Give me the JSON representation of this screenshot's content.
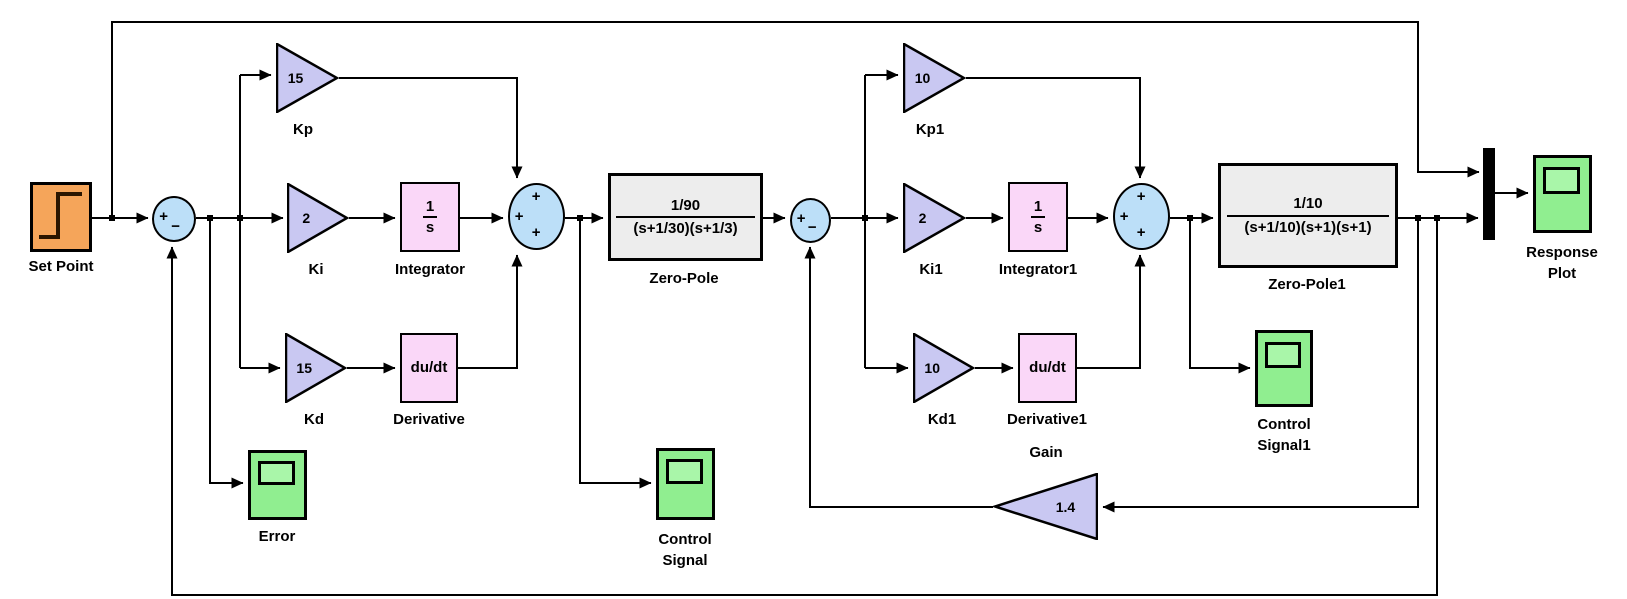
{
  "diagram": {
    "colors": {
      "wire": "#000000",
      "border": "#000000",
      "source_fill": "#F5A55A",
      "source_icon": "#2B1600",
      "sum_fill": "#BCDFF8",
      "gain_fill": "#C9C8F2",
      "tf_fill": "#FAD7F8",
      "zp_fill": "#EDEDED",
      "scope_fill": "#90EE90",
      "scope_screen": "#A9F6A9",
      "mux_fill": "#000000",
      "label_color": "#000000"
    },
    "blocks": {
      "set_point": {
        "label_lines": [
          "Set Point"
        ]
      },
      "sum1": {
        "signs": [
          "+",
          "−"
        ]
      },
      "kp": {
        "value": "15",
        "label_lines": [
          "Kp"
        ]
      },
      "ki": {
        "value": "2",
        "label_lines": [
          "Ki"
        ]
      },
      "kd": {
        "value": "15",
        "label_lines": [
          "Kd"
        ]
      },
      "integrator": {
        "numerator": "1",
        "denominator": "s",
        "label_lines": [
          "Integrator"
        ]
      },
      "derivative": {
        "text": "du/dt",
        "label_lines": [
          "Derivative"
        ]
      },
      "sum2": {
        "signs": [
          "+",
          "+",
          "+"
        ]
      },
      "zero_pole": {
        "numerator": "1/90",
        "denominator": "(s+1/30)(s+1/3)",
        "label_lines": [
          "Zero-Pole"
        ]
      },
      "sum3": {
        "signs": [
          "+",
          "−"
        ]
      },
      "kp1": {
        "value": "10",
        "label_lines": [
          "Kp1"
        ]
      },
      "ki1": {
        "value": "2",
        "label_lines": [
          "Ki1"
        ]
      },
      "kd1": {
        "value": "10",
        "label_lines": [
          "Kd1"
        ]
      },
      "integrator1": {
        "numerator": "1",
        "denominator": "s",
        "label_lines": [
          "Integrator1"
        ]
      },
      "derivative1": {
        "text": "du/dt",
        "label_lines": [
          "Derivative1"
        ]
      },
      "sum4": {
        "signs": [
          "+",
          "+",
          "+"
        ]
      },
      "zero_pole1": {
        "numerator": "1/10",
        "denominator": "(s+1/10)(s+1)(s+1)",
        "label_lines": [
          "Zero-Pole1"
        ]
      },
      "gain": {
        "value": "1.4",
        "label_lines": [
          "Gain"
        ]
      },
      "error_scope": {
        "label_lines": [
          "Error"
        ]
      },
      "control_signal_scope": {
        "label_lines": [
          "Control",
          "Signal"
        ]
      },
      "control_signal1_scope": {
        "label_lines": [
          "Control",
          "Signal1"
        ]
      },
      "response_plot_scope": {
        "label_lines": [
          "Response",
          "Plot"
        ]
      },
      "mux": {
        "label_lines": []
      }
    }
  }
}
